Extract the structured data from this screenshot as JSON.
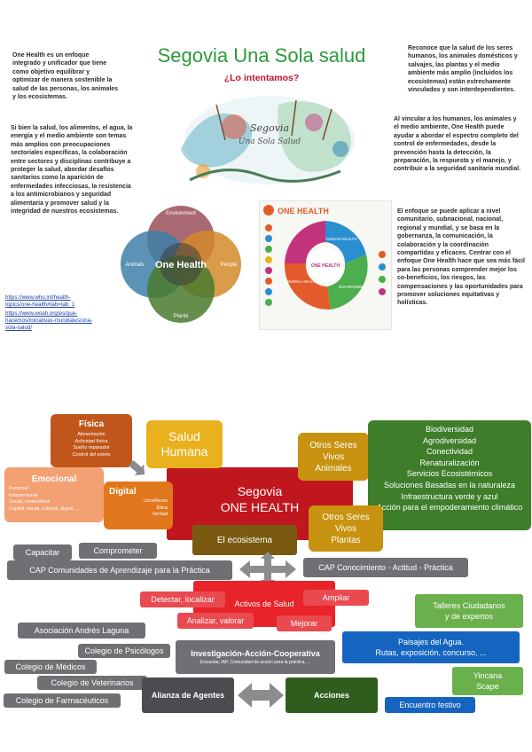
{
  "header": {
    "title": "Segovia Una Sola salud",
    "subtitle": "¿Lo intentamos?"
  },
  "left_text": {
    "p1": "One Health es un enfoque integrado y unificador que tiene como objetivo equilibrar y optimizar de manera sostenible la salud de las personas, los animales y los ecosistemas.",
    "p2": "Si bien la salud, los alimentos, el agua, la energía y el medio ambiente son temas más amplios con preocupaciones sectoriales específicas, la colaboración entre sectores y disciplinas contribuye a proteger la salud, abordar desafíos sanitarios como la aparición de enfermedades infecciosas, la resistencia a los antimicrobianos y seguridad alimentaria y promover salud y la integridad de nuestros ecosistemas.",
    "links": [
      "https://www.who.int/health-topics/one-health#tab=tab_1",
      "https://www.woah.org/es/que-hacemos/iniciativas-mundiales/una-sola-salud/"
    ]
  },
  "right_text": {
    "p1": "Reconoce que la salud de los seres humanos, los animales domésticos y salvajes, las plantas y el medio ambiente más amplio (incluidos los ecosistemas) están estrechamente vinculados y son interdependientes.",
    "p2": "Al vincular a los humanos, los animales y el medio ambiente, One Health puede ayudar a abordar el espectro completo del control de enfermedades, desde la prevención hasta la detección, la preparación, la respuesta y el manejo, y contribuir a la seguridad sanitaria mundial.",
    "p3": "El enfoque se puede aplicar a nivel comunitario, subnacional, nacional, regional y mundial, y se basa en la gobernanza, la comunicación, la colaboración y la coordinación compartidas y eficaces. Centrar con el enfoque One Health hace que sea más fácil para las personas comprender mejor los co-beneficios, los riesgos, las compensaciones y las oportunidades para promover soluciones equitativas y holísticas."
  },
  "venn": {
    "center": "One Health",
    "top": "Environment",
    "left": "Animals",
    "right": "People",
    "bottom": "Plants"
  },
  "infographic": {
    "title": "ONE HEALTH",
    "human": "HUMAN HEALTH",
    "animal": "ANIMAL HEALTH",
    "environment": "ENVIRONMENT",
    "center": "ONE HEALTH"
  },
  "diagram": {
    "fisica": {
      "title": "Física",
      "items": [
        "Alimentación",
        "Actividad física",
        "Sueño reparador",
        "Control del estrés"
      ]
    },
    "emocional": {
      "title": "Emocional",
      "items": [
        "Personal",
        "Interpersonal",
        "Social, comunitaria",
        "Capital: social, cultural, digital, ..."
      ]
    },
    "digital": {
      "title": "Digital",
      "items": [
        "Uso/Abuso",
        "Ética",
        "Verdad"
      ]
    },
    "salud_humana": "Salud\nHumana",
    "center_line1": "Segovia",
    "center_line2": "ONE HEALTH",
    "ecosistema": "El ecosistema",
    "otros_animales": "Otros Seres\nVivos\nAnimales",
    "otros_plantas": "Otros Seres\nVivos\nPlantas",
    "biodiversidad": [
      "Biodiversidad",
      "Agrodiversidad",
      "Conectividad",
      "Renaturalización",
      "Servicios Ecosistémicos",
      "Soluciones Basadas en la naturaleza",
      "Infraestructura verde y azul",
      "Acción para el empoderamiento climático"
    ],
    "capacitar": "Capacitar",
    "comprometer": "Comprometer",
    "cap_comunidades": "CAP Comunidades de Aprendizaje para la Práctica",
    "cap_conocimiento": "CAP Conocimiento - Actitud - Práctica",
    "activos": "Activos de Salud",
    "detectar": "Detectar, localizar",
    "ampliar": "Ampliar",
    "analizar": "Analizar, valorar",
    "mejorar": "Mejorar",
    "talleres": "Talleres Ciudadanos\ny de expertos",
    "asociacion": "Asociación Andrés Laguna",
    "psicologos": "Colegio de Psicólogos",
    "medicos": "Colegio de Médicos",
    "veterinarios": "Colegio de Veterinarios",
    "farmaceuticos": "Colegio de Farmacéuticos",
    "investigacion": "Investigación-Acción-Cooperativa",
    "investigacion_sub": "Encuesta, IAP, Comunidad de acción para la práctica, ...",
    "paisajes": "Paisajes del Agua.\nRutas, exposición, concurso, ...",
    "yincana": "Yincana\nScape",
    "alianza": "Alianza de Agentes",
    "acciones": "Acciones",
    "encuentro": "Encuentro festivo"
  },
  "colors": {
    "title_green": "#2d9b3a",
    "subtitle_red": "#c8102e",
    "dark_red": "#c0161d",
    "olive": "#7a5a10",
    "green_dark": "#3e7d2a",
    "orange": "#e1771c",
    "blue": "#1565c0"
  }
}
